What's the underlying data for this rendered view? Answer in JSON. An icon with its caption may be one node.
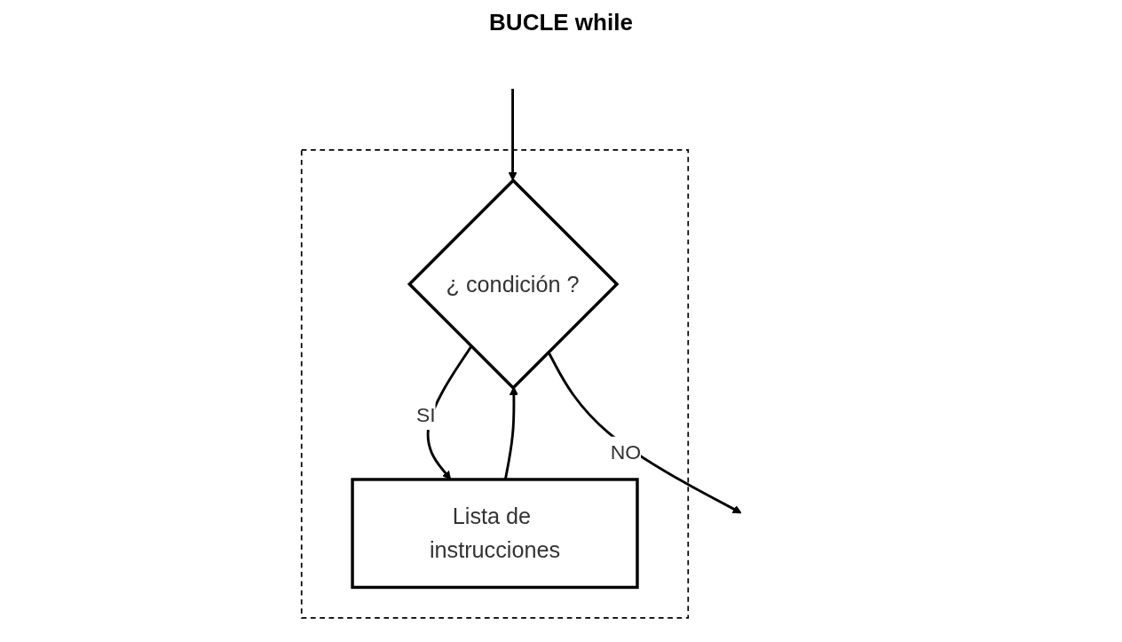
{
  "diagram": {
    "title": "BUCLE while",
    "nodes": [
      {
        "text": [],
        "shape": "box"
      },
      {
        "text": [
          "¿ condición ?"
        ],
        "in": 0
      },
      {
        "text": [
          "Lista de instrucciones"
        ],
        "in": 0
      }
    ],
    "edges": [
      {
        "from": null,
        "to": 1,
        "arrow": "to"
      },
      {
        "from": 1,
        "to": 2,
        "arrow": "to",
        "label": "SI"
      },
      {
        "from": 2,
        "to": 1,
        "arrow": "to"
      },
      {
        "from": 1,
        "to": null,
        "arrow": "to",
        "label": "NO"
      }
    ]
  }
}
